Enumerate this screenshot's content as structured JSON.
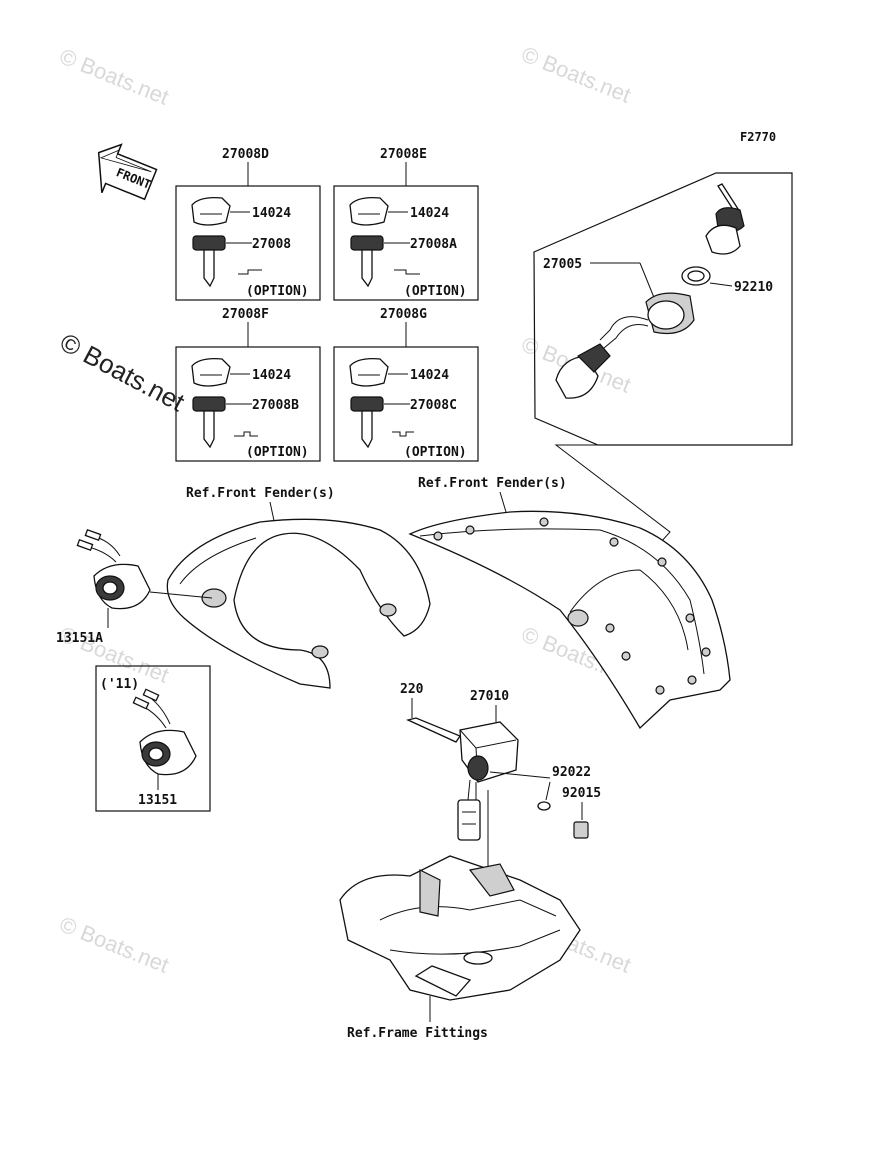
{
  "figure_code": "F2770",
  "front_arrow_label": "FRONT",
  "watermark": "© Boats.net",
  "kits": [
    {
      "kit": "27008D",
      "knob": "14024",
      "key": "27008",
      "option": "(OPTION)"
    },
    {
      "kit": "27008E",
      "knob": "14024",
      "key": "27008A",
      "option": "(OPTION)"
    },
    {
      "kit": "27008F",
      "knob": "14024",
      "key": "27008B",
      "option": "(OPTION)"
    },
    {
      "kit": "27008G",
      "knob": "14024",
      "key": "27008C",
      "option": "(OPTION)"
    }
  ],
  "parts": {
    "ignition_switch": "27005",
    "nut": "92210",
    "lanyard_switch_a": "13151A",
    "lanyard_switch": "13151",
    "year_note": "('11)",
    "bolt": "220",
    "unit": "27010",
    "washer": "92022",
    "clip": "92015"
  },
  "refs": {
    "front_fender_left": "Ref.Front Fender(s)",
    "front_fender_right": "Ref.Front Fender(s)",
    "frame_fittings": "Ref.Frame Fittings"
  },
  "colors": {
    "ink": "#111111",
    "watermark": "#d8d8d8"
  }
}
